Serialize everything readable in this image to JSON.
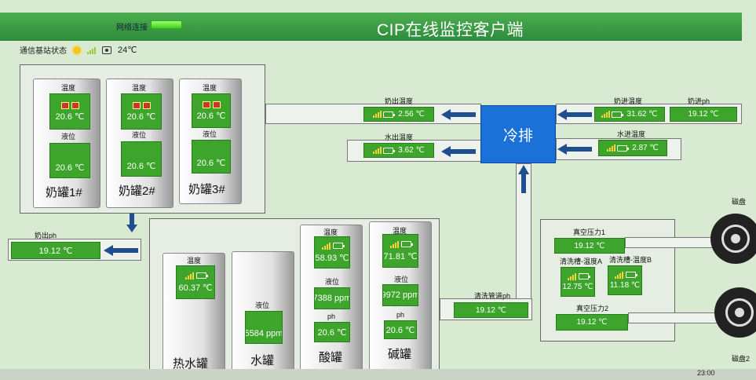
{
  "header": {
    "title": "CIP在线监控客户端",
    "network_label": "网络连接",
    "station_label": "通信基站状态",
    "ambient_temp": "24℃"
  },
  "milk_tanks": [
    {
      "name": "奶罐1#",
      "temp_label": "温度",
      "temp": "20.6 ℃",
      "level_label": "液位",
      "level": "20.6 ℃"
    },
    {
      "name": "奶罐2#",
      "temp_label": "温度",
      "temp": "20.6 ℃",
      "level_label": "液位",
      "level": "20.6 ℃"
    },
    {
      "name": "奶罐3#",
      "temp_label": "温度",
      "temp": "20.6 ℃",
      "level_label": "液位",
      "level": "20.6 ℃"
    }
  ],
  "cooler": {
    "name": "冷排",
    "milk_out_temp_label": "奶出温度",
    "milk_out_temp": "2.56 ℃",
    "water_out_temp_label": "水出温度",
    "water_out_temp": "3.62 ℃",
    "milk_in_temp_label": "奶进温度",
    "milk_in_temp": "31.62 ℃",
    "milk_in_ph_label": "奶进ph",
    "milk_in_ph": "19.12 ℃",
    "water_in_temp_label": "水进温度",
    "water_in_temp": "2.87 ℃"
  },
  "milk_out_ph": {
    "label": "奶出ph",
    "value": "19.12 ℃"
  },
  "cip_tanks": {
    "hot_water": {
      "name": "热水罐",
      "temp_label": "温度",
      "temp": "60.37 ℃"
    },
    "water": {
      "name": "水罐",
      "level_label": "液位",
      "level": "5584 ppm"
    },
    "acid": {
      "name": "酸罐",
      "temp_label": "温度",
      "temp": "58.93 ℃",
      "level_label": "液位",
      "level": "7388 ppm",
      "ph_label": "ph",
      "ph": "20.6 ℃"
    },
    "alkali": {
      "name": "碱罐",
      "temp_label": "温度",
      "temp": "71.81 ℃",
      "level_label": "液位",
      "level": "9972 ppm",
      "ph_label": "ph",
      "ph": "20.6 ℃"
    }
  },
  "wash_pipe_ph": {
    "label": "清洗管道ph",
    "value": "19.12 ℃"
  },
  "vacuum": {
    "p1_label": "真空压力1",
    "p1": "19.12 ℃",
    "sink_a_label": "清洗槽-温度A",
    "sink_a": "12.75 ℃",
    "sink_b_label": "清洗槽-温度B",
    "sink_b": "11.18 ℃",
    "p2_label": "真空压力2",
    "p2": "19.12 ℃"
  },
  "disc_labels": {
    "top": "磁盘",
    "bottom": "磁盘2"
  },
  "clock": "23:00",
  "colors": {
    "accent_green": "#3ea52c",
    "cooler_blue": "#1a72d8",
    "header_green": "#2e8b3a"
  }
}
